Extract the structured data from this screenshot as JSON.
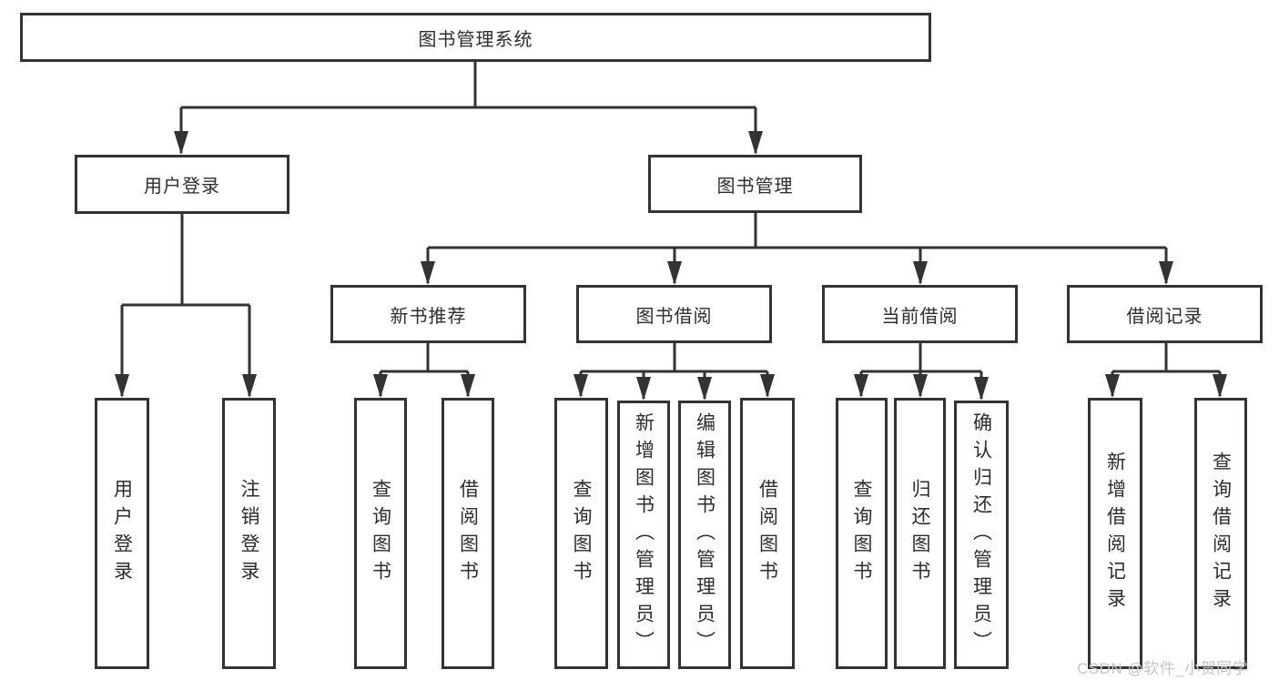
{
  "diagram": {
    "root": {
      "label": "图书管理系统"
    },
    "level2": [
      {
        "label": "用户登录"
      },
      {
        "label": "图书管理"
      }
    ],
    "level3": [
      {
        "label": "新书推荐"
      },
      {
        "label": "图书借阅"
      },
      {
        "label": "当前借阅"
      },
      {
        "label": "借阅记录"
      }
    ],
    "leaves": {
      "user_login": [
        "用户登录",
        "注销登录"
      ],
      "new_book": [
        "查询图书",
        "借阅图书"
      ],
      "book_borrow": [
        "查询图书",
        "新增图书（管理员）",
        "编辑图书（管理员）",
        "借阅图书"
      ],
      "current_borrow": [
        "查询图书",
        "归还图书",
        "确认归还（管理员）"
      ],
      "borrow_record": [
        "新增借阅记录",
        "查询借阅记录"
      ]
    },
    "colors": {
      "line": "#333333",
      "box_fill": "#ffffff",
      "text": "#2d2d2d",
      "watermark": "#c6c6c6"
    },
    "watermark": "CSDN @软件_小贺同学"
  }
}
